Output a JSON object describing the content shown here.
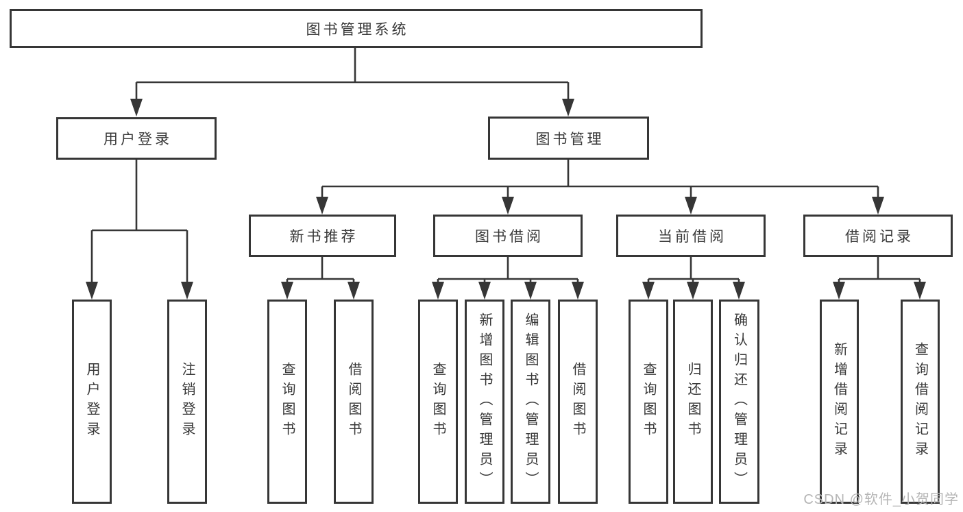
{
  "diagram": {
    "title": "图书管理系统",
    "type": "hierarchy-tree",
    "colors": {
      "line": "#363636",
      "box_border": "#363636",
      "text": "#383838",
      "background": "#ffffff",
      "watermark": "#b5b5b5"
    },
    "nodes": {
      "root": {
        "label": "图书管理系统"
      },
      "level2": [
        {
          "label": "用户登录",
          "parent": "图书管理系统"
        },
        {
          "label": "图书管理",
          "parent": "图书管理系统"
        }
      ],
      "level3": [
        {
          "label": "新书推荐",
          "parent": "图书管理"
        },
        {
          "label": "图书借阅",
          "parent": "图书管理"
        },
        {
          "label": "当前借阅",
          "parent": "图书管理"
        },
        {
          "label": "借阅记录",
          "parent": "图书管理"
        }
      ],
      "leaves": [
        {
          "label": "用户登录",
          "parent": "用户登录"
        },
        {
          "label": "注销登录",
          "parent": "用户登录"
        },
        {
          "label": "查询图书",
          "parent": "新书推荐"
        },
        {
          "label": "借阅图书",
          "parent": "新书推荐"
        },
        {
          "label": "查询图书",
          "parent": "图书借阅"
        },
        {
          "label": "新增图书（管理员）",
          "parent": "图书借阅"
        },
        {
          "label": "编辑图书（管理员）",
          "parent": "图书借阅"
        },
        {
          "label": "借阅图书",
          "parent": "图书借阅"
        },
        {
          "label": "查询图书",
          "parent": "当前借阅"
        },
        {
          "label": "归还图书",
          "parent": "当前借阅"
        },
        {
          "label": "确认归还（管理员）",
          "parent": "当前借阅"
        },
        {
          "label": "新增借阅记录",
          "parent": "借阅记录"
        },
        {
          "label": "查询借阅记录",
          "parent": "借阅记录"
        }
      ]
    },
    "watermark": "CSDN @软件_小贺同学"
  }
}
